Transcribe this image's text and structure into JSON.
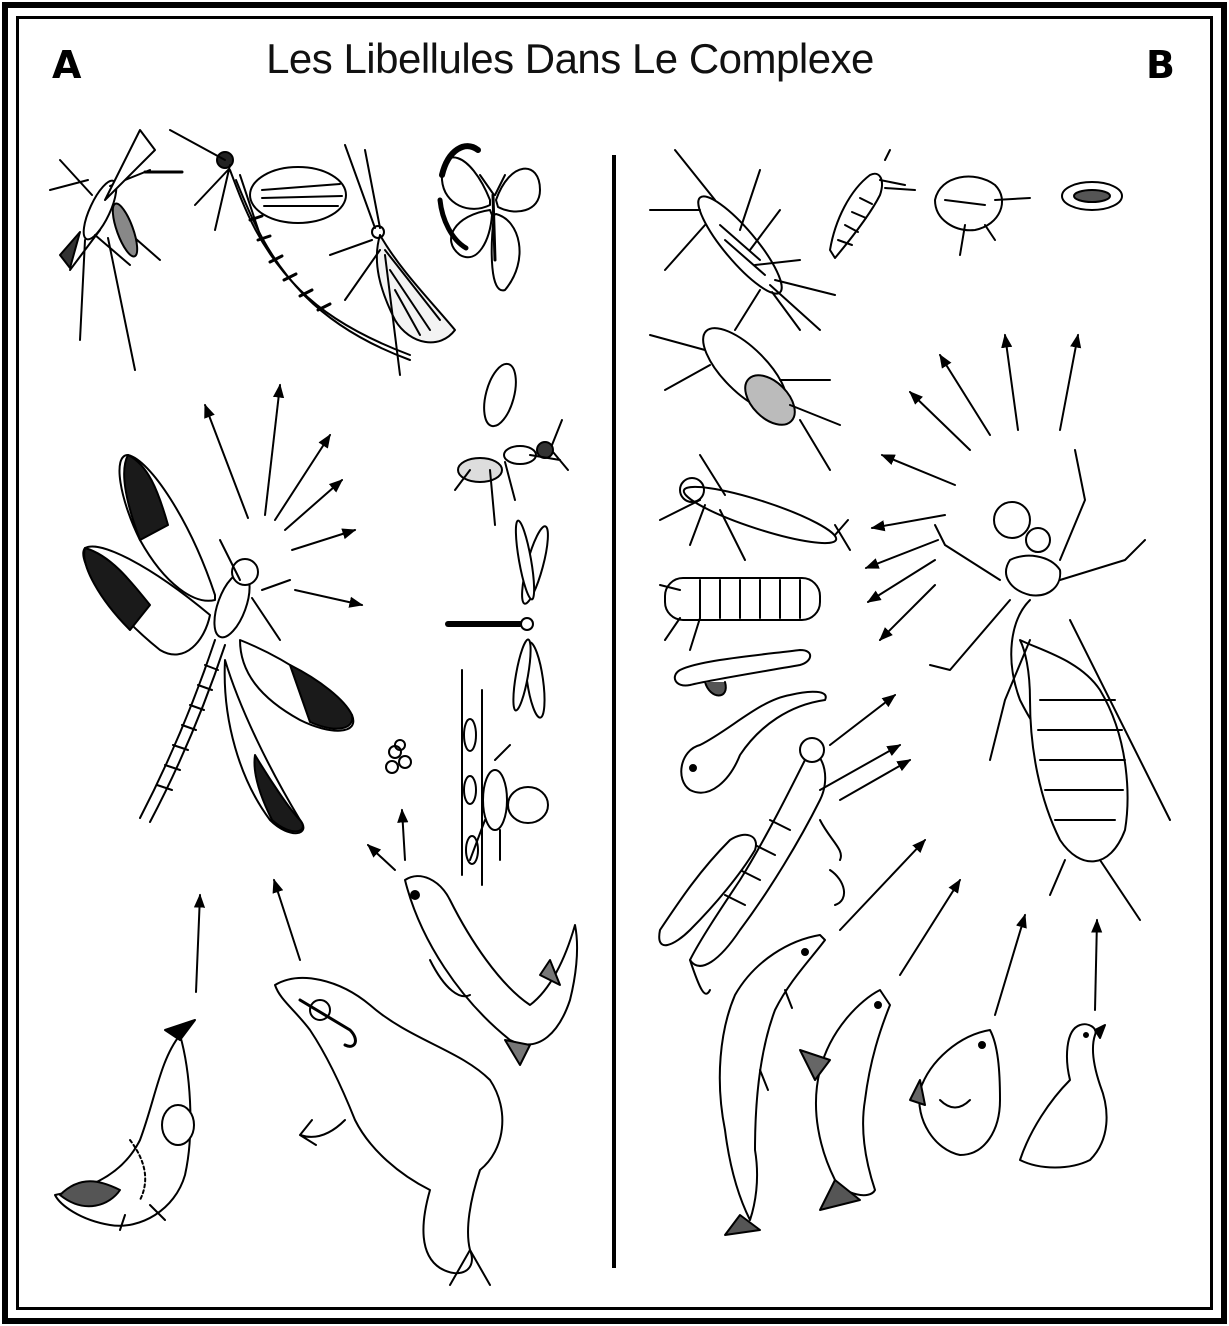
{
  "figure": {
    "title": "Les Libellules Dans Le Complexe",
    "panel_a_label": "A",
    "panel_b_label": "B"
  },
  "panel_a": {
    "center": "adult-dragonfly",
    "prey": [
      "mosquito",
      "mayfly",
      "caddisfly",
      "butterfly",
      "wasp",
      "damselfly",
      "egg-cluster"
    ],
    "predators": [
      "bird",
      "frog",
      "fish",
      "water-bug"
    ]
  },
  "panel_b": {
    "center": "dragonfly-nymph",
    "prey": [
      "mayfly-nymph",
      "stonefly-nymph",
      "damselfly-nymph",
      "dragonfly-nymph-small",
      "worm",
      "tadpole",
      "amphipod",
      "snail",
      "ostracod",
      "crayfish",
      "shrimp"
    ],
    "predators": [
      "trout",
      "salmon",
      "sunfish",
      "duck"
    ]
  },
  "colors": {
    "ink": "#000000",
    "paper": "#ffffff"
  }
}
